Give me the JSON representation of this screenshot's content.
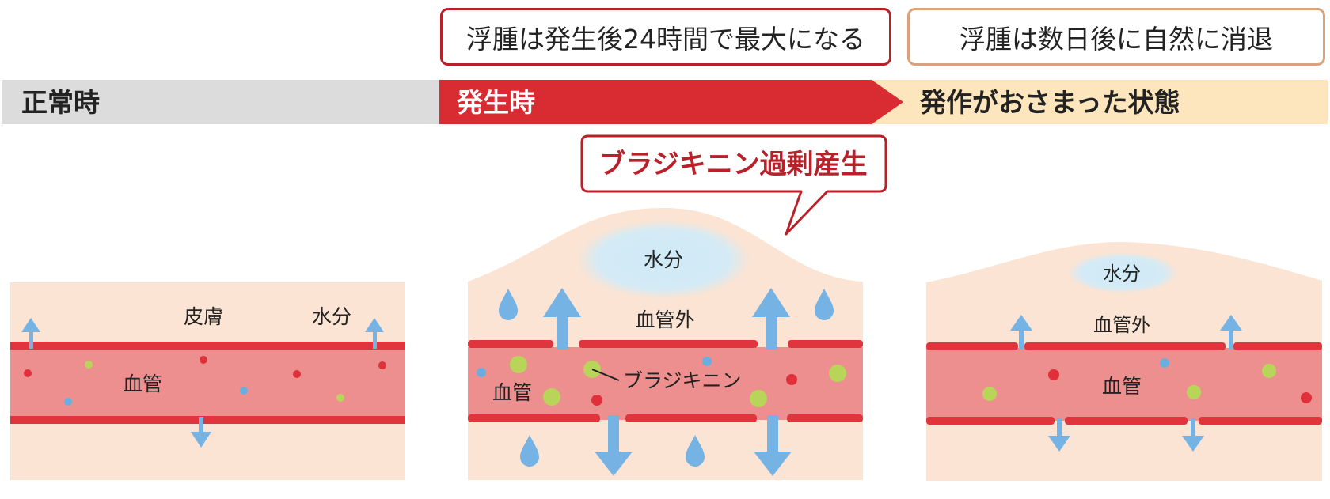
{
  "header_boxes": {
    "peak": "浮腫は発生後24時間で最大になる",
    "resolve": "浮腫は数日後に自然に消退"
  },
  "timeline": {
    "normal": "正常時",
    "onset": "発生時",
    "subsided": "発作がおさまった状態"
  },
  "callout": "ブラジキニン過剰産生",
  "panel_normal": {
    "skin": "皮膚",
    "water": "水分",
    "vessel": "血管"
  },
  "panel_onset": {
    "water": "水分",
    "outside": "血管外",
    "vessel": "血管",
    "bradykinin": "ブラジキニン"
  },
  "panel_after": {
    "water": "水分",
    "outside": "血管外",
    "vessel": "血管"
  },
  "colors": {
    "gray_bar": "#dcdcdc",
    "red_bar": "#d92b32",
    "cream_bar": "#fde6bd",
    "skin": "#fbe4d3",
    "vessel": "#ee8f8f",
    "wall": "#e1353d",
    "water": "#74b3e3",
    "particle_green": "#b8d55a",
    "particle_red": "#e0303a",
    "particle_blue": "#6aaee0"
  }
}
